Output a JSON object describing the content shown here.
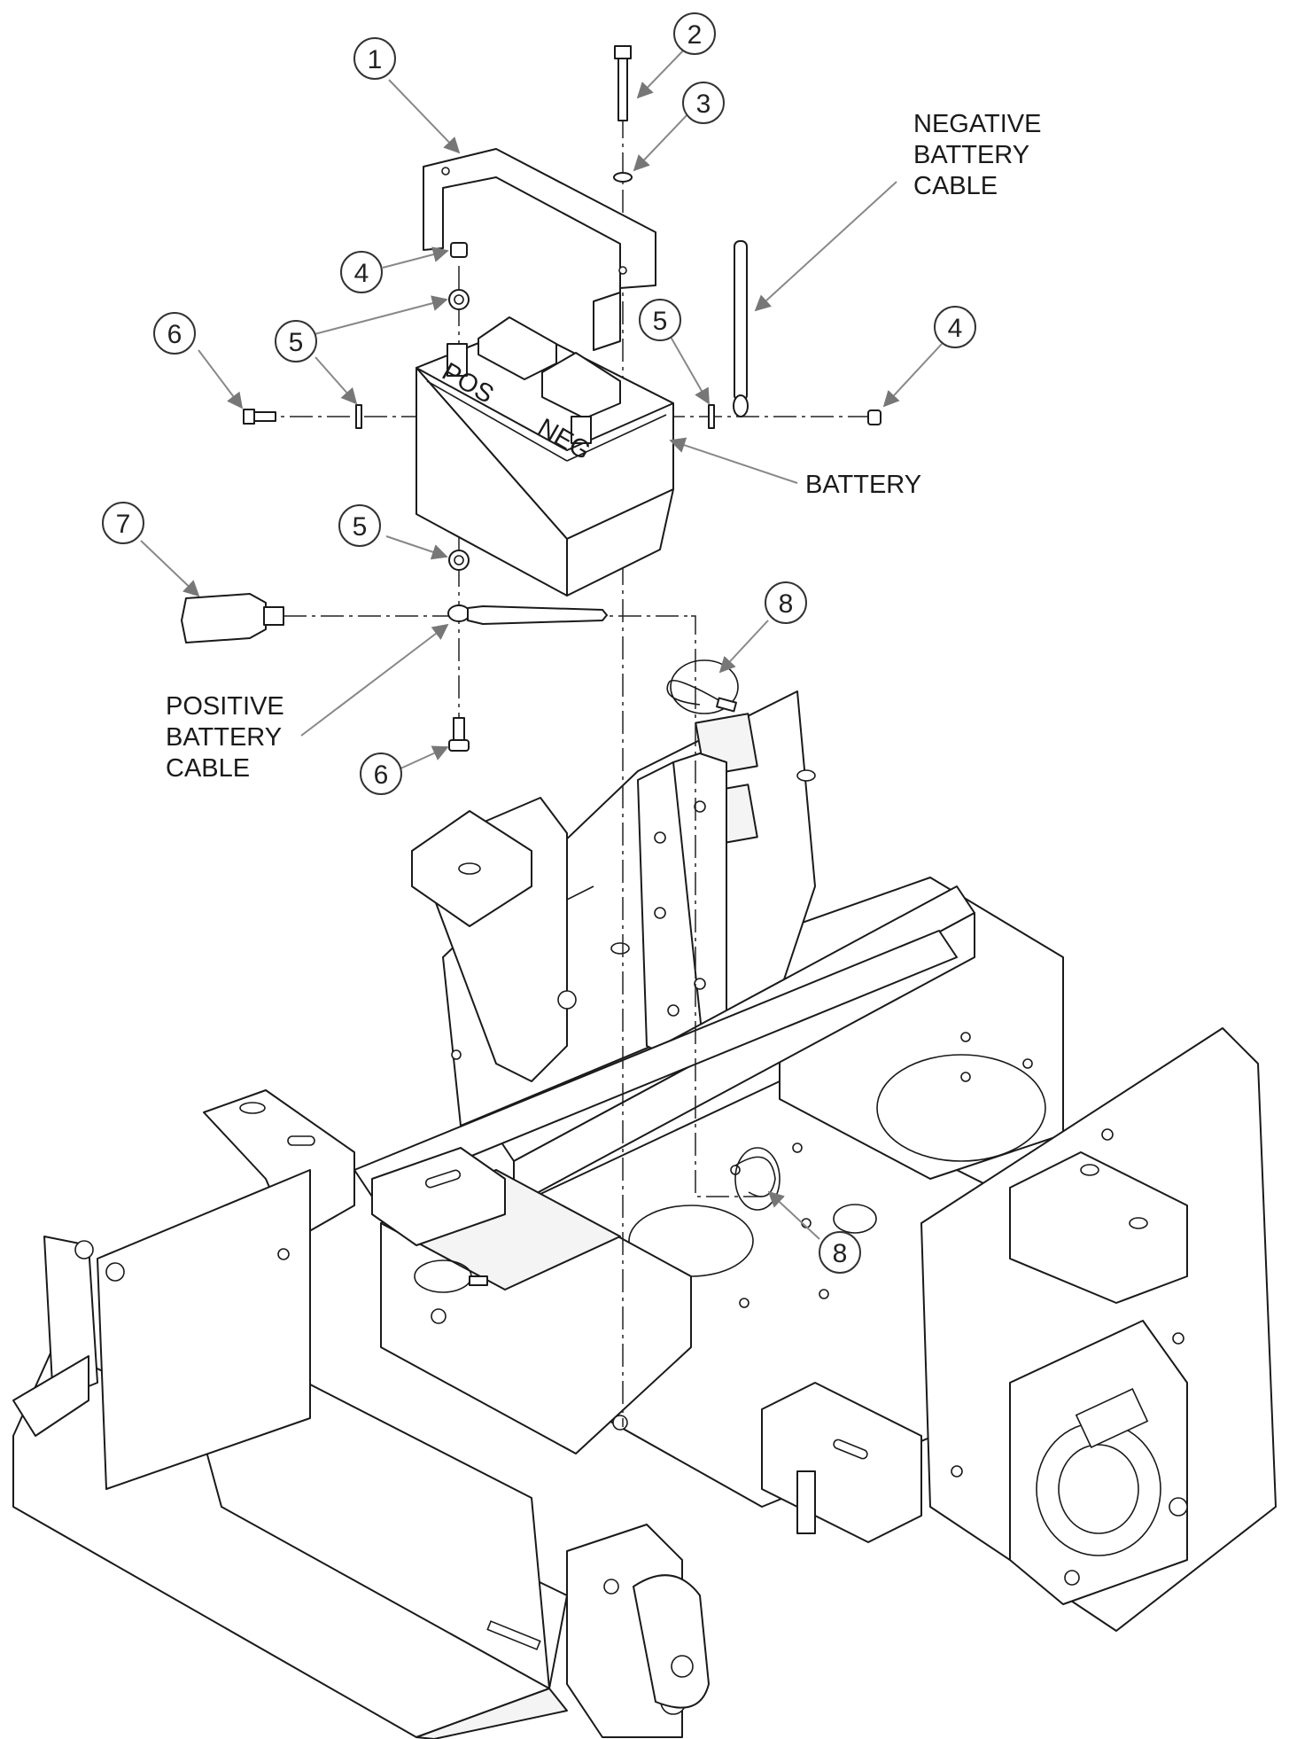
{
  "callouts": [
    "1",
    "2",
    "3",
    "4",
    "4",
    "5",
    "5",
    "5",
    "6",
    "6",
    "7",
    "8",
    "8"
  ],
  "labels": {
    "negative_cable": [
      "NEGATIVE",
      "BATTERY",
      "CABLE"
    ],
    "battery": "BATTERY",
    "positive_cable": [
      "POSITIVE",
      "BATTERY",
      "CABLE"
    ],
    "terminal_pos": "POS",
    "terminal_neg": "NEG"
  },
  "colors": {
    "line": "#1a1a1a",
    "leader": "#888888",
    "background": "#ffffff"
  }
}
